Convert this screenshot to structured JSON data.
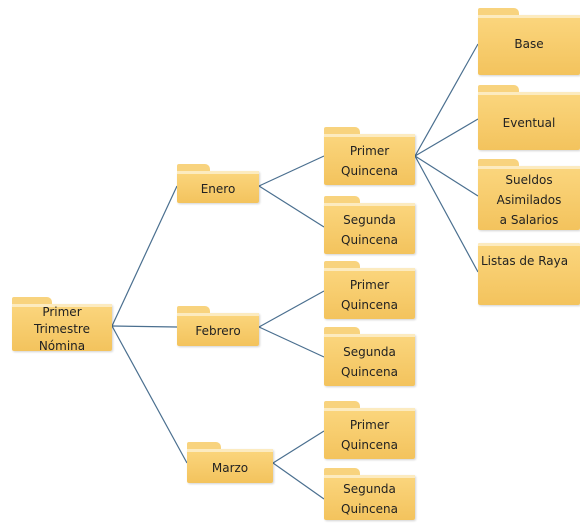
{
  "diagram": {
    "root": {
      "label": "Primer\nTrimestre\nNómina"
    },
    "months": [
      {
        "label": "Enero",
        "quincenas": [
          {
            "label": "Primer\nQuincena"
          },
          {
            "label": "Segunda\nQuincena"
          }
        ]
      },
      {
        "label": "Febrero",
        "quincenas": [
          {
            "label": "Primer\nQuincena"
          },
          {
            "label": "Segunda\nQuincena"
          }
        ]
      },
      {
        "label": "Marzo",
        "quincenas": [
          {
            "label": "Primer\nQuincena"
          },
          {
            "label": "Segunda\nQuincena"
          }
        ]
      }
    ],
    "payroll_types": [
      {
        "label": "Base"
      },
      {
        "label": "Eventual"
      },
      {
        "label": "Sueldos\nAsimilados\na Salarios"
      },
      {
        "label": "Listas de Raya"
      }
    ]
  },
  "colors": {
    "folder": "#f3c35d",
    "connector": "#4a6f8f"
  }
}
